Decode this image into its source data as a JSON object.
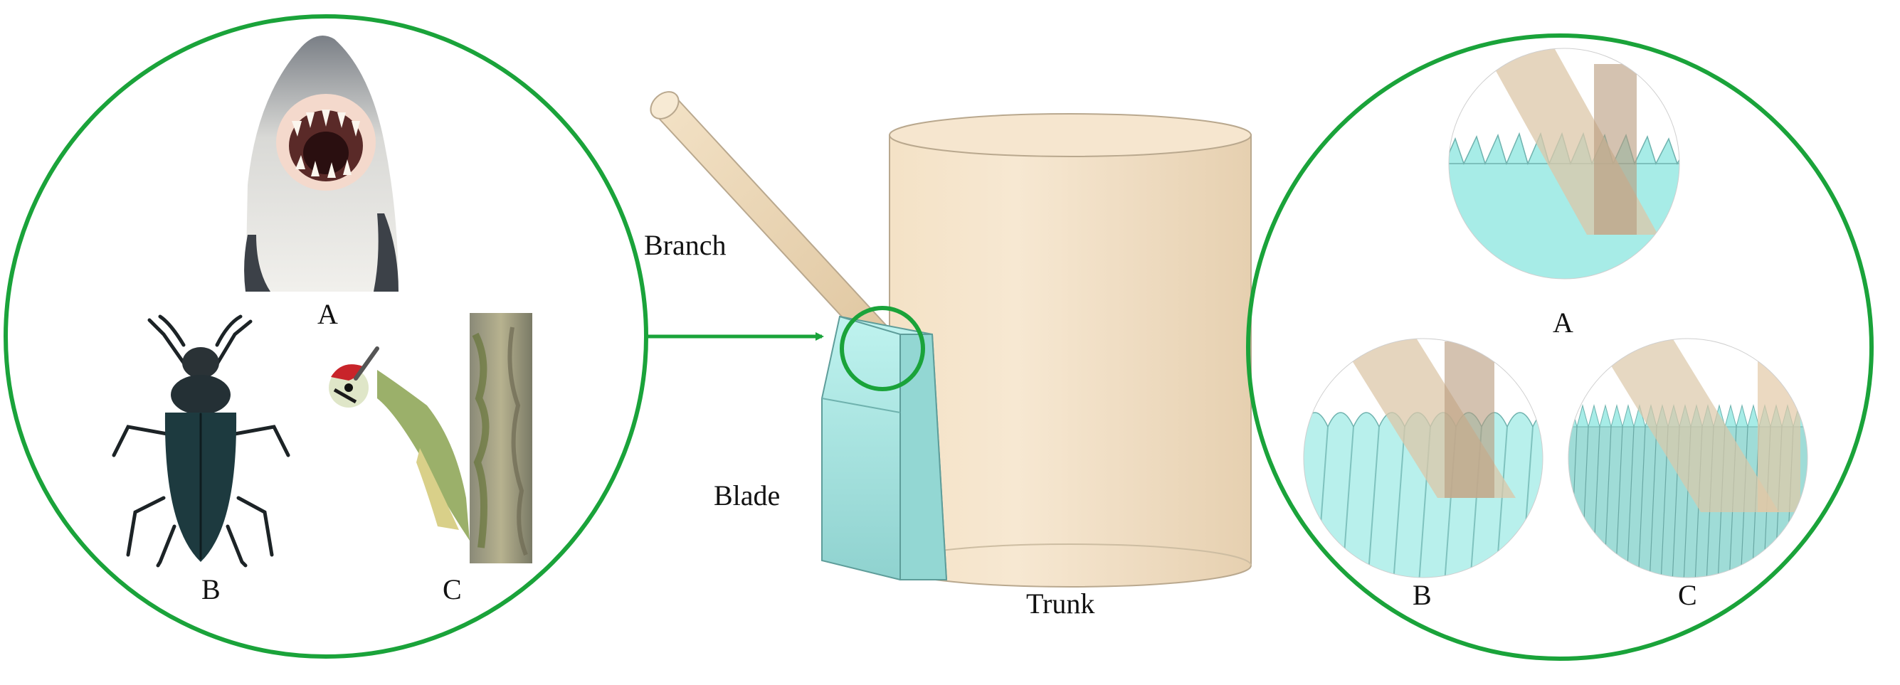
{
  "colors": {
    "frame_green": "#1aa33a",
    "trunk_fill": "#f0dcc0",
    "branch_fill": "#ecd6b4",
    "blade_fill": "#a9e6e3",
    "tooth_fill": "#b8f0ec"
  },
  "left_panel": {
    "label_a": "A",
    "label_b": "B",
    "label_c": "C",
    "photo_a": "shark-photo",
    "photo_b": "beetle-photo",
    "photo_c": "woodpecker-photo"
  },
  "center": {
    "branch_label": "Branch",
    "blade_label": "Blade",
    "trunk_label": "Trunk"
  },
  "right_panel": {
    "label_a": "A",
    "label_b": "B",
    "label_c": "C"
  }
}
